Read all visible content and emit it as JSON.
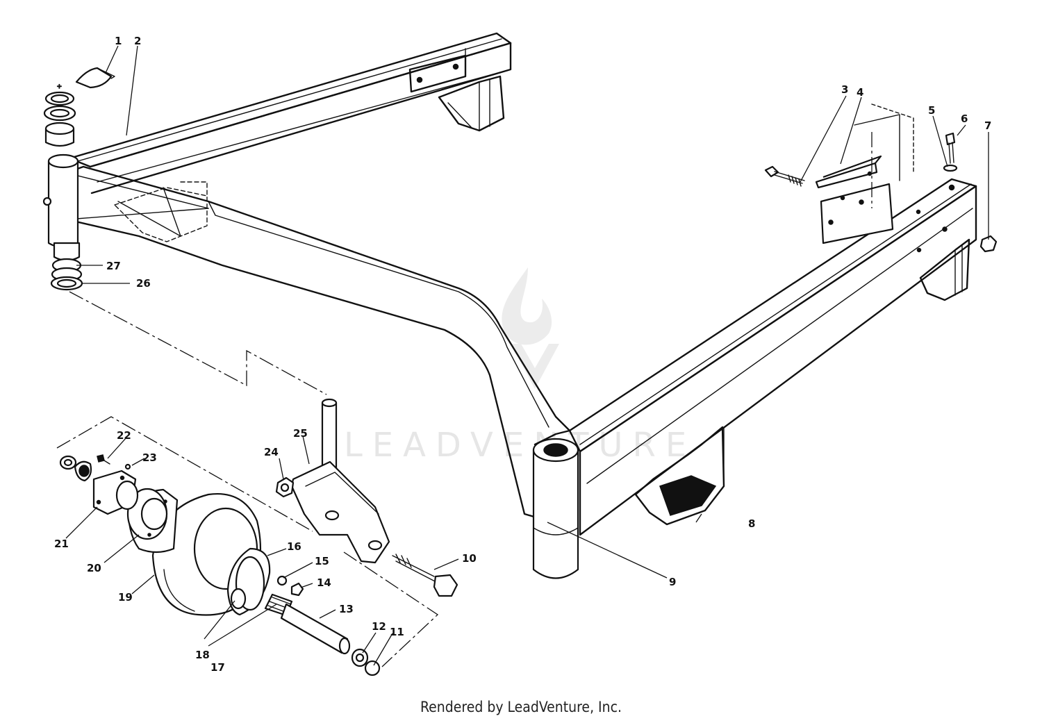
{
  "watermark": "LEADVENTURE",
  "footer": "Rendered by LeadVenture, Inc.",
  "callouts": [
    "1",
    "2",
    "3",
    "4",
    "5",
    "6",
    "7",
    "8",
    "9",
    "10",
    "11",
    "12",
    "13",
    "14",
    "15",
    "16",
    "17",
    "18",
    "19",
    "20",
    "21",
    "22",
    "23",
    "24",
    "25",
    "26",
    "27"
  ]
}
